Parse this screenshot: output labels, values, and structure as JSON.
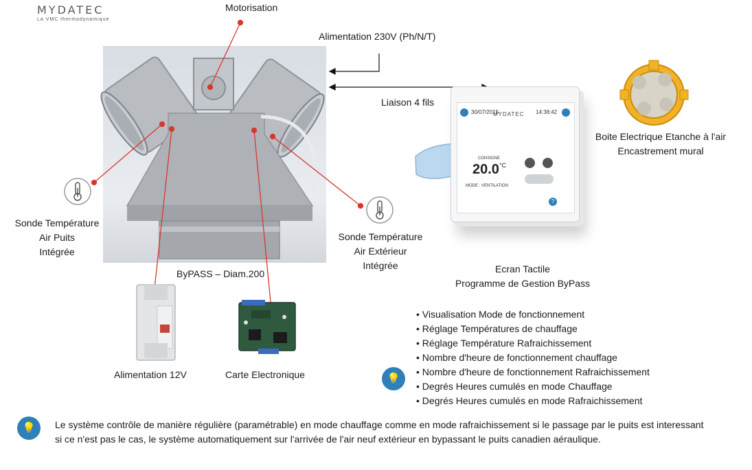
{
  "brand": {
    "name": "MYDATEC",
    "tagline": "La VMC thermodynamique"
  },
  "labels": {
    "motorisation": "Motorisation",
    "alimentation_230": "Alimentation 230V (Ph/N/T)",
    "liaison": "Liaison 4 fils",
    "boite": [
      "Boite Electrique Etanche à l'air",
      "Encastrement mural"
    ],
    "sonde_puits": [
      "Sonde Température",
      "Air Puits",
      "Intégrée"
    ],
    "sonde_ext": [
      "Sonde Température",
      "Air Extérieur",
      "Intégrée"
    ],
    "bypass": "ByPASS – Diam.200",
    "ecran": [
      "Ecran Tactile",
      "Programme de Gestion ByPass"
    ],
    "alim12": "Alimentation 12V",
    "carte": "Carte Electronique"
  },
  "screen": {
    "date": "30/07/2015",
    "time": "14:38:42",
    "logo": "MYDATEC",
    "consigne": "CONSIGNE",
    "temperature": "20.0",
    "unit": "°C",
    "mode": "MODE : VENTILATION",
    "help": "?"
  },
  "features": [
    "• Visualisation Mode de fonctionnement",
    "• Réglage Températures de chauffage",
    "• Réglage Température Rafraichissement",
    "• Nombre d'heure de fonctionnement chauffage",
    "• Nombre d'heure de fonctionnement Rafraichissement",
    "• Degrés Heures cumulés en mode Chauffage",
    "• Degrés Heures cumulés en mode Rafraichissement"
  ],
  "note": [
    "Le système contrôle de manière régulière (paramétrable) en mode chauffage comme en mode rafraichissement si le passage par le puits est interessant",
    "si ce n'est pas le cas, le système automatiquement sur l'arrivée de l'air neuf extérieur en bypassant le puits canadien aéraulique."
  ],
  "icons": {
    "bulb": "lightbulb-icon",
    "thermometer": "thermometer-icon",
    "hand": "hand-pointer-icon"
  },
  "colors": {
    "accent_blue": "#2f80b8",
    "callout_red": "#d9362b",
    "box_orange": "#f2b227"
  }
}
